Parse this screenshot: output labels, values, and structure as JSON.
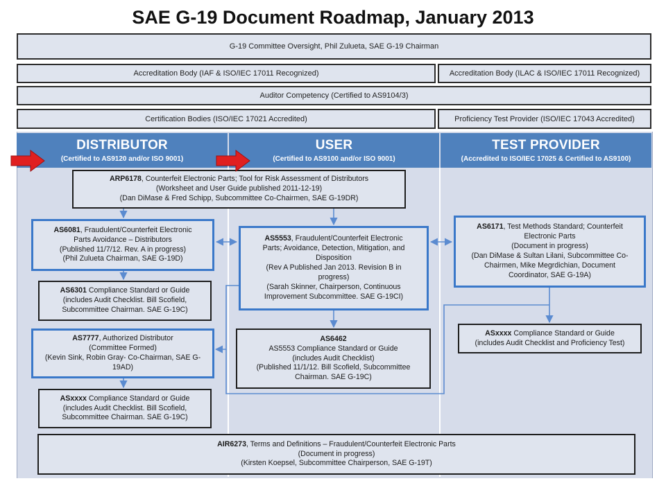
{
  "title": "SAE G-19 Document Roadmap, January 2013",
  "bars": {
    "oversight": "G-19 Committee Oversight, Phil Zulueta, SAE G-19 Chairman",
    "accred_iaf": "Accreditation Body (IAF & ISO/IEC 17011 Recognized)",
    "accred_ilac": "Accreditation Body (ILAC & ISO/IEC 17011 Recognized)",
    "auditor": "Auditor Competency (Certified to AS9104/3)",
    "cert_bodies": "Certification Bodies (ISO/IEC 17021 Accredited)",
    "proficiency": "Proficiency Test Provider (ISO/IEC 17043 Accredited)"
  },
  "columns": {
    "distributor": {
      "heading": "DISTRIBUTOR",
      "sub": "(Certified to AS9120 and/or ISO 9001)"
    },
    "user": {
      "heading": "USER",
      "sub": "(Certified to AS9100 and/or ISO 9001)"
    },
    "test": {
      "heading": "TEST PROVIDER",
      "sub": "(Accredited to ISO/IEC 17025 & Certified to AS9100)"
    }
  },
  "boxes": {
    "arp6178": {
      "code": "ARP6178",
      "l1": ", Counterfeit Electronic Parts; Tool for Risk Assessment of Distributors",
      "l2": "(Worksheet and User Guide published 2011-12-19)",
      "l3": "(Dan DiMase & Fred Schipp, Subcommittee Co-Chairmen, SAE G-19DR)"
    },
    "as6081": {
      "code": "AS6081",
      "l1": ", Fraudulent/Counterfeit Electronic",
      "l2": "Parts Avoidance – Distributors",
      "l3": "(Published 11/7/12.  Rev. A in progress)",
      "l4": "(Phil Zulueta Chairman, SAE G-19D)"
    },
    "as5553": {
      "code": "AS5553",
      "l1": ", Fraudulent/Counterfeit Electronic",
      "l2": "Parts; Avoidance, Detection, Mitigation, and",
      "l3": "Disposition",
      "l4": "(Rev A Published Jan 2013.  Revision B in",
      "l5": "progress)",
      "l6": "(Sarah Skinner, Chairperson, Continuous",
      "l7": "Improvement Subcommittee. SAE G-19CI)"
    },
    "as6171": {
      "code": "AS6171",
      "l1": ", Test Methods Standard; Counterfeit",
      "l2": "Electronic Parts",
      "l3": "(Document in progress)",
      "l4": "(Dan DiMase & Sultan Lilani, Subcommittee Co-",
      "l5": "Chairmen, Mike Megrdichian, Document",
      "l6": "Coordinator, SAE G-19A)"
    },
    "as6301": {
      "code": "AS6301",
      "l1": " Compliance Standard or Guide",
      "l2": "(includes Audit Checklist. Bill Scofield,",
      "l3": "Subcommittee Chairman. SAE G-19C)"
    },
    "as6462": {
      "code": "AS6462",
      "l1": "AS5553 Compliance Standard or Guide",
      "l2": "(includes Audit Checklist)",
      "l3": "(Published 11/1/12.  Bill Scofield, Subcommittee",
      "l4": "Chairman. SAE G-19C)"
    },
    "asxxxx_test": {
      "code": "ASxxxx",
      "l1": " Compliance Standard or Guide",
      "l2": "(includes Audit Checklist and Proficiency Test)"
    },
    "as7777": {
      "code": "AS7777",
      "l1": ", Authorized Distributor",
      "l2": "(Committee Formed)",
      "l3": "(Kevin Sink, Robin Gray- Co-Chairman, SAE G-",
      "l4": "19AD)"
    },
    "asxxxx_dist": {
      "code": "ASxxxx",
      "l1": " Compliance Standard or Guide",
      "l2": "(includes Audit Checklist. Bill Scofield,",
      "l3": "Subcommittee Chairman. SAE G-19C)"
    },
    "air6273": {
      "code": "AIR6273",
      "l1": ", Terms and Definitions – Fraudulent/Counterfeit Electronic Parts",
      "l2": "(Document in progress)",
      "l3": "(Kirsten Koepsel, Subcommittee Chairperson, SAE G-19T)"
    }
  },
  "colors": {
    "column_header": "#4f81bd",
    "panel": "#d6dcea",
    "box_fill": "#dfe4ee",
    "blue_border": "#3a78c9",
    "arrow": "#5b8bd0",
    "red_arrow": "#e02020"
  }
}
